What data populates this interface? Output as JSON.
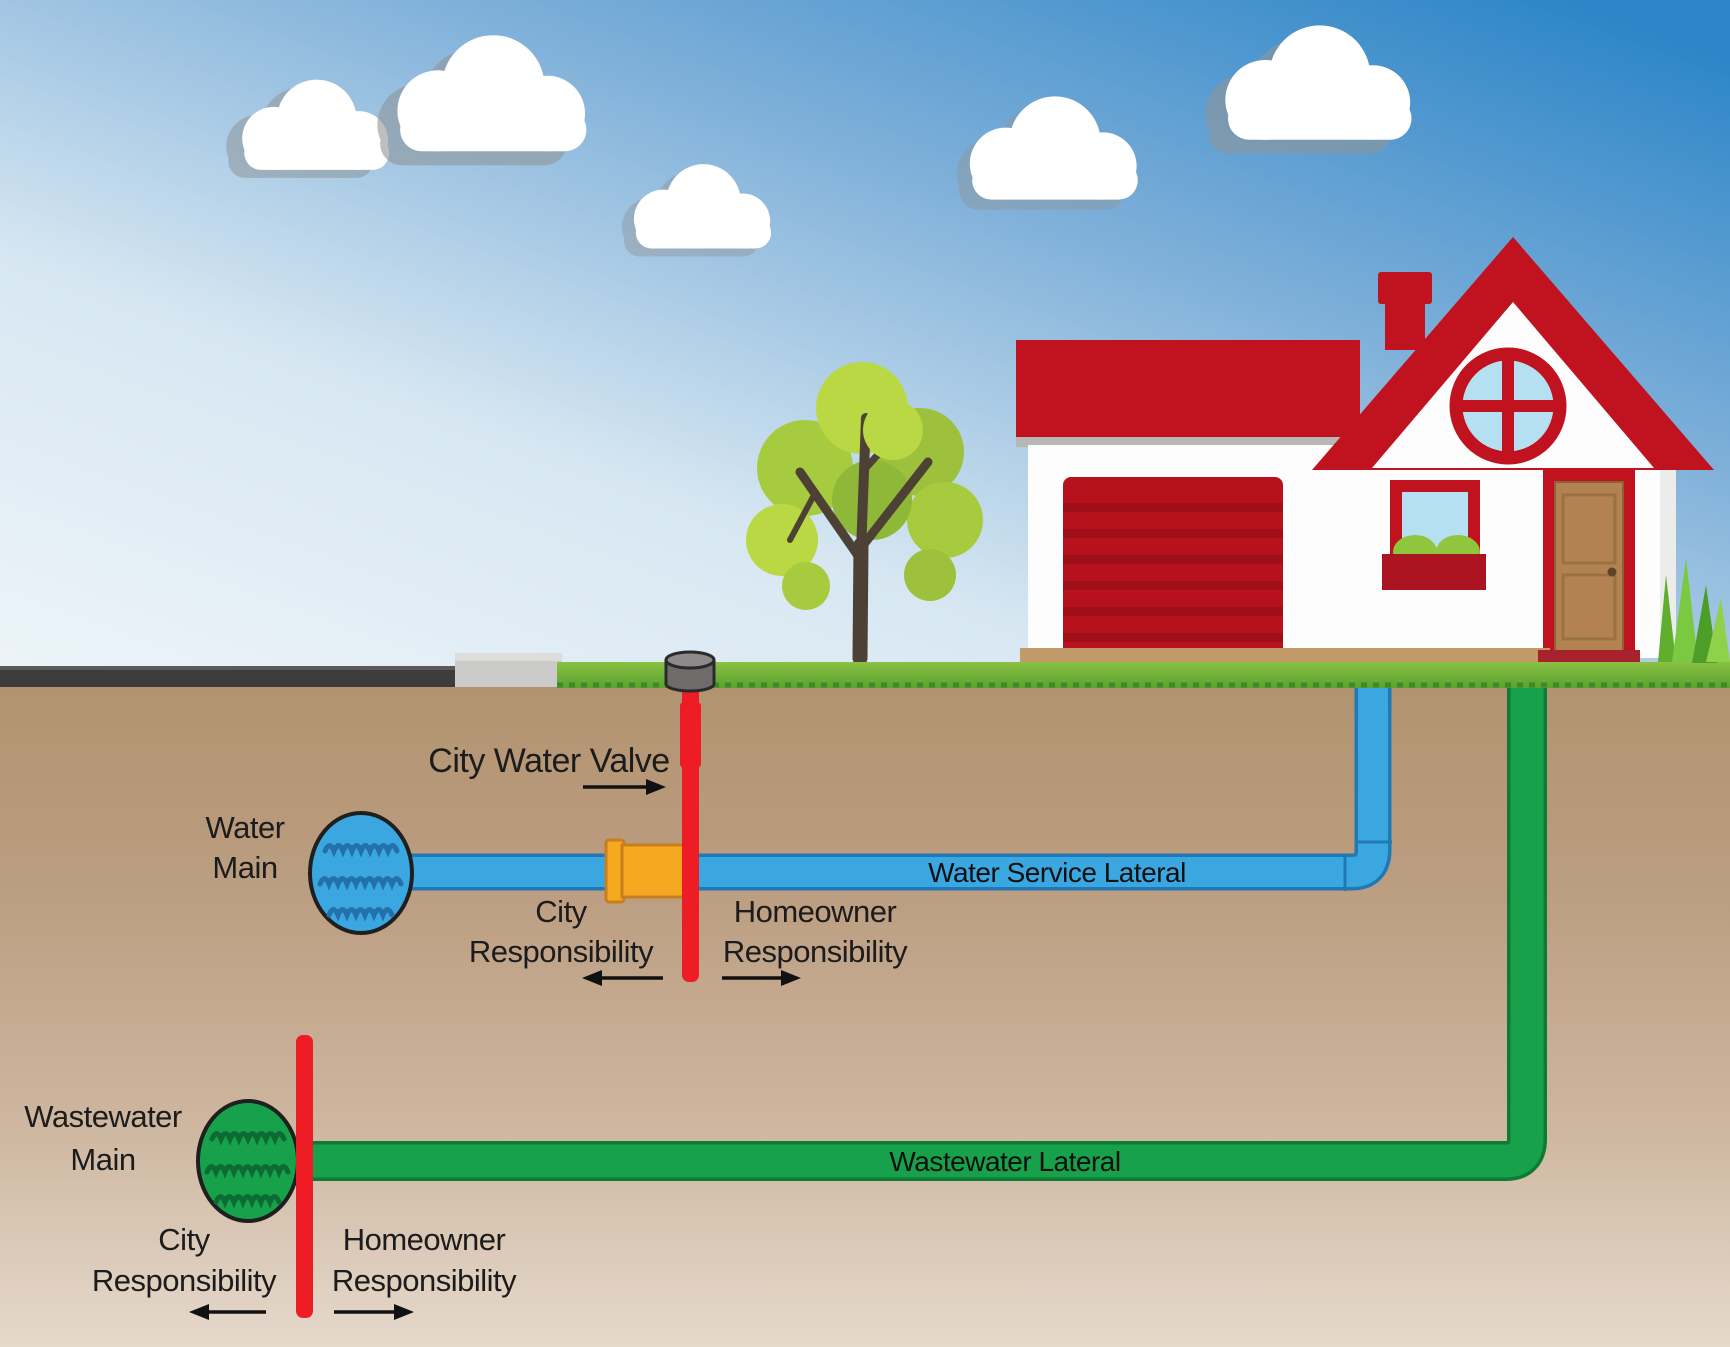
{
  "labels": {
    "water_system": {
      "main_line1": "Water",
      "main_line2": "Main",
      "valve": "City Water Valve",
      "lateral": "Water Service Lateral",
      "city_line1": "City",
      "city_line2": "Responsibility",
      "homeowner_line1": "Homeowner",
      "homeowner_line2": "Responsibility"
    },
    "wastewater_system": {
      "main_line1": "Wastewater",
      "main_line2": "Main",
      "lateral": "Wastewater Lateral",
      "city_line1": "City",
      "city_line2": "Responsibility",
      "homeowner_line1": "Homeowner",
      "homeowner_line2": "Responsibility"
    }
  },
  "colors": {
    "sky_top": "#2e86c8",
    "sky_mid": "#7fb0d9",
    "sky_low": "#d7e7f2",
    "sky_bottom": "#eef5f9",
    "dirt_top": "#b29370",
    "dirt_mid": "#bb9d80",
    "dirt_low": "#cdb59e",
    "dirt_bottom": "#e5d9cc",
    "road": "#3c3c3c",
    "road_edge": "#5a5a5a",
    "driveway": "#cbcbc9",
    "driveway_top": "#dddddb",
    "grass_light": "#8ac143",
    "grass_dark": "#58a22f",
    "grass_dash": "#3e8a26",
    "water_pipe": "#3aa7e0",
    "water_pipe_edge": "#2277b5",
    "water_wave": "#2470aa",
    "wastewater_pipe": "#17a14b",
    "wastewater_pipe_edge": "#0d7a36",
    "wastewater_wave": "#0c6b33",
    "valve_red": "#ee1c25",
    "coupling_orange": "#f6a821",
    "coupling_border": "#c77f1b",
    "cap_body": "#6f6b6b",
    "cap_top": "#8d8a8a",
    "roof_red": "#c0121f",
    "garage_door_red": "#b6111d",
    "garage_door_stripe": "#9e0f19",
    "wall_white": "#fdfdfd",
    "wall_shade": "#ececea",
    "window_glass": "#b5e0f2",
    "flower_box": "#ab1420",
    "bush_green": "#90c53e",
    "door_tan": "#b28350",
    "door_step": "#a6232e",
    "house_base": "#c29a6a",
    "tree_trunk": "#4c4134",
    "foliage_a": "#a7cb3f",
    "foliage_b": "#b9d844",
    "foliage_c": "#9dc13c",
    "foliage_d": "#8fb838",
    "cloud_white": "#ffffff",
    "cloud_shadow": "#8e969b"
  }
}
